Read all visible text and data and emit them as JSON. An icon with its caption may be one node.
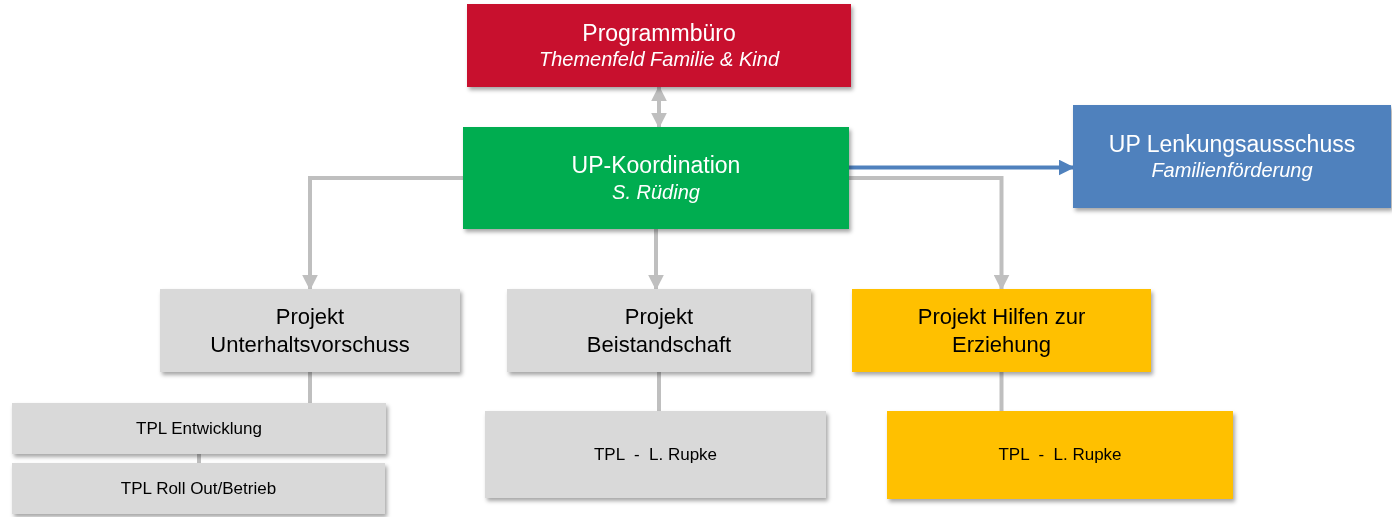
{
  "diagram": {
    "nodes": [
      {
        "text": [
          "Programmbüro",
          "Themenfeld Familie & Kind"
        ]
      },
      {
        "text": [
          "UP-Koordination",
          "S. Rüding"
        ]
      },
      {
        "text": [
          "UP Lenkungsausschuss",
          "Familienförderung"
        ]
      },
      {
        "text": [
          "Projekt Unterhaltsvorschuss"
        ]
      },
      {
        "text": [
          "Projekt Beistandschaft"
        ]
      },
      {
        "text": [
          "Projekt Hilfen zur Erziehung"
        ]
      },
      {
        "text": [
          "TPL Entwicklung"
        ]
      },
      {
        "text": [
          "TPL Roll Out/Betrieb"
        ]
      },
      {
        "text": [
          "TPL  -  L. Rupke"
        ]
      },
      {
        "text": [
          "TPL  -  L. Rupke"
        ]
      }
    ],
    "edges": [
      {
        "from": 0,
        "to": 1,
        "arrow": "both"
      },
      {
        "from": 1,
        "to": 2,
        "arrow": "to",
        "color": "#4f81bd"
      },
      {
        "from": 1,
        "to": 3,
        "arrow": "to"
      },
      {
        "from": 1,
        "to": 4,
        "arrow": "to"
      },
      {
        "from": 1,
        "to": 5,
        "arrow": "to"
      },
      {
        "from": 3,
        "to": 6,
        "arrow": "none"
      },
      {
        "from": 6,
        "to": 7,
        "arrow": "none"
      },
      {
        "from": 4,
        "to": 8,
        "arrow": "none"
      },
      {
        "from": 5,
        "to": 9,
        "arrow": "none"
      }
    ]
  }
}
